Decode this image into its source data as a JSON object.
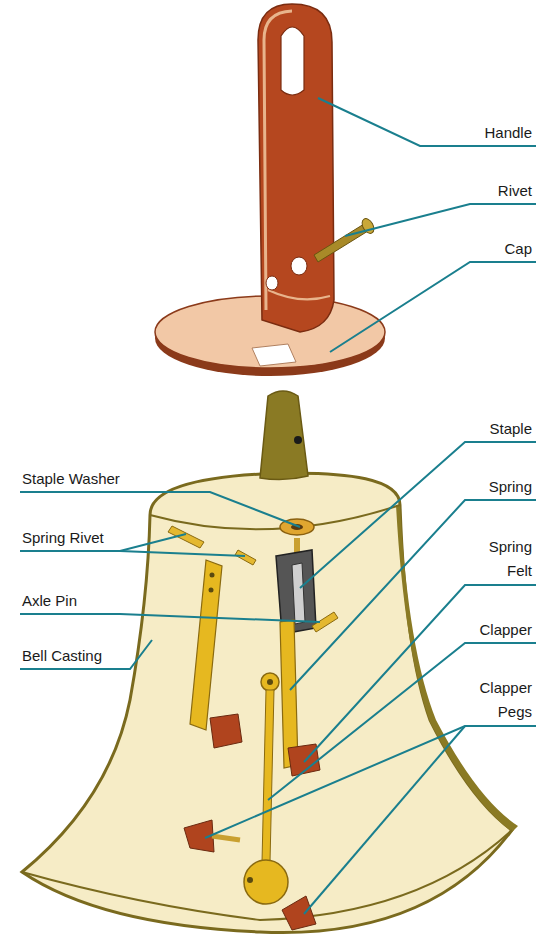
{
  "diagram": {
    "labels": [
      "Handle",
      "Rivet",
      "Cap",
      "Staple",
      "Staple Washer",
      "Spring",
      "Spring Rivet",
      "Spring Felt",
      "Axle Pin",
      "Clapper",
      "Bell Casting",
      "Clapper Pegs"
    ]
  }
}
